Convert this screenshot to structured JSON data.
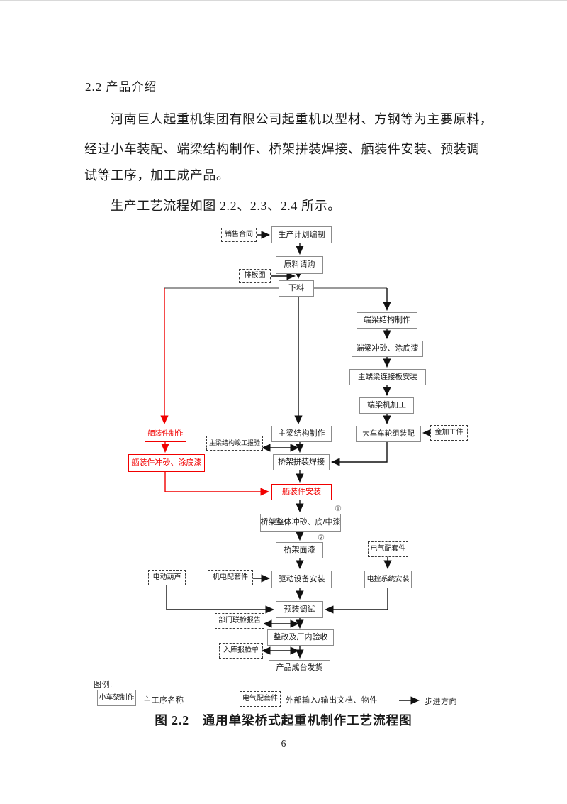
{
  "page": {
    "heading": "2.2 产品介绍",
    "paragraph_line1": "河南巨人起重机集团有限公司起重机以型材、方钢等为主要原料，",
    "paragraph_line2": "经过小车装配、端梁结构制作、桥架拼装焊接、舾装件安装、预装调",
    "paragraph_line3": "试等工序，加工成产品。",
    "paragraph_line4": "生产工艺流程如图 2.2、2.3、2.4 所示。",
    "caption": "图 2.2　通用单梁桥式起重机制作工艺流程图",
    "page_number": "6"
  },
  "flowchart": {
    "nodes": {
      "sales_contract": "销售合同",
      "production_plan": "生产计划编制",
      "material_purchase": "原料请购",
      "layout_drawing": "排板图",
      "cutting": "下料",
      "end_beam_structure": "端梁结构制作",
      "end_beam_sand": "端梁冲砂、涂底漆",
      "main_end_beam_plate": "主端梁连接板安装",
      "end_beam_machining": "端梁机加工",
      "wheel_assembly": "大车车轮组装配",
      "machined_parts": "金加工件",
      "main_beam_structure": "主梁结构制作",
      "main_beam_inspection": "主梁结构竣工报验",
      "bridge_welding": "桥架拼装焊接",
      "outfitting_fab": "舾装件制作",
      "outfitting_sand": "舾装件冲砂、涂底漆",
      "outfitting_install": "舾装件安装",
      "bridge_sand": "桥架整体冲砂、底/中漆",
      "bridge_topcoat": "桥架面漆",
      "electric_hoist": "电动葫芦",
      "mech_elec_parts": "机电配套件",
      "drive_install": "驱动设备安装",
      "elec_parts": "电气配套件",
      "elec_control_install": "电控系统安装",
      "preassembly_test": "预装调试",
      "joint_inspection": "部门联检报告",
      "rectification": "整改及厂内验收",
      "warehouse_form": "入库报检单",
      "shipment": "产品成台发货"
    },
    "annotations": {
      "step1": "①",
      "step2": "②"
    },
    "legend": {
      "title": "图例:",
      "solid_box": "小车架制作",
      "solid_label": "主工序名称",
      "dashed_box": "电气配套件",
      "dashed_label": "外部输入/输出文档、物件",
      "arrow_label": "步进方向"
    },
    "colors": {
      "highlight_red": "#f10000",
      "solid_border_gray": "#8c8c8c",
      "rail_gray": "#9a9a9a"
    }
  }
}
